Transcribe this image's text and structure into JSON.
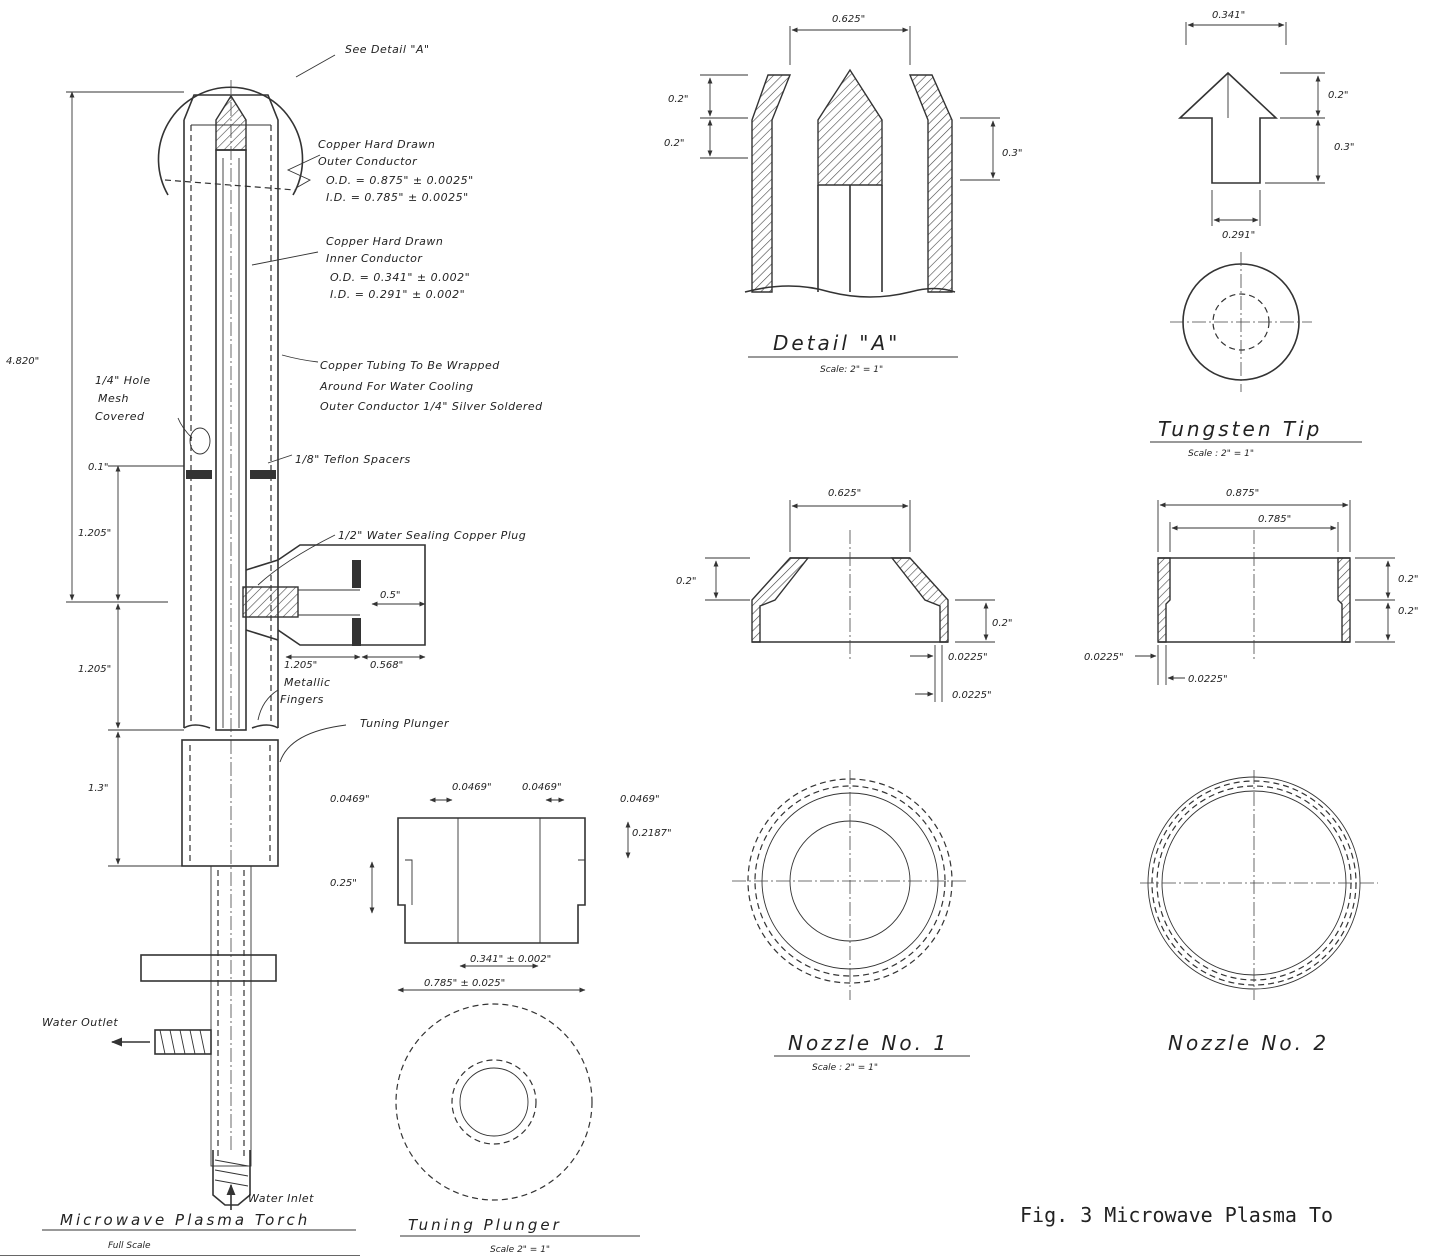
{
  "figure": {
    "caption": "Fig. 3 Microwave Plasma To"
  },
  "torch": {
    "title": "Microwave Plasma Torch",
    "scale": "Full Scale",
    "see_detail": "See Detail \"A\"",
    "outer_conductor": [
      "Copper Hard Drawn",
      "Outer Conductor",
      "O.D. = 0.875\" ± 0.0025\"",
      "I.D. = 0.785\" ± 0.0025\""
    ],
    "inner_conductor": [
      "Copper Hard Drawn",
      "Inner Conductor",
      "O.D. = 0.341\" ± 0.002\"",
      "I.D. = 0.291\" ± 0.002\""
    ],
    "tubing": [
      "Copper Tubing To Be Wrapped",
      "Around For Water Cooling",
      "Outer Conductor 1/4\" Silver Soldered"
    ],
    "hole": [
      "1/4\" Hole",
      "Mesh",
      "Covered"
    ],
    "spacers": "1/8\" Teflon Spacers",
    "plug": "1/2\" Water Sealing Copper Plug",
    "fingers": [
      "Metallic",
      "Fingers"
    ],
    "plunger_label": "Tuning Plunger",
    "water_outlet": "Water Outlet",
    "water_inlet": "Water Inlet",
    "dims": {
      "total": "4.820\"",
      "d01": "0.1\"",
      "d1205a": "1.205\"",
      "d1205b": "1.205\"",
      "d13": "1.3\"",
      "d05": "0.5\"",
      "d1205c": "1.205\"",
      "d0568": "0.568\""
    }
  },
  "detail_a": {
    "title": "Detail \"A\"",
    "scale": "Scale: 2\" = 1\"",
    "d0625": "0.625\"",
    "d02a": "0.2\"",
    "d02b": "0.2\"",
    "d03": "0.3\""
  },
  "tungsten_tip": {
    "title": "Tungsten Tip",
    "scale": "Scale : 2\" = 1\"",
    "d0341": "0.341\"",
    "d02": "0.2\"",
    "d03": "0.3\"",
    "d0291": "0.291\""
  },
  "nozzle1": {
    "title": "Nozzle No. 1",
    "scale": "Scale : 2\" = 1\"",
    "d0625": "0.625\"",
    "d02a": "0.2\"",
    "d02b": "0.2\"",
    "d0225a": "0.0225\"",
    "d0225b": "0.0225\""
  },
  "nozzle2": {
    "title": "Nozzle No. 2",
    "d0875": "0.875\"",
    "d0785": "0.785\"",
    "d02a": "0.2\"",
    "d02b": "0.2\"",
    "d0225a": "0.0225\"",
    "d0225b": "0.0225\""
  },
  "plunger": {
    "title": "Tuning Plunger",
    "scale": "Scale 2\" = 1\"",
    "d0469a": "0.0469\"",
    "d0469b": "0.0469\"",
    "d0469c": "0.0469\"",
    "d0469d": "0.0469\"",
    "d2187": "0.2187\"",
    "d025": "0.25\"",
    "d0341": "0.341\" ± 0.002\"",
    "d0785": "0.785\" ± 0.025\""
  }
}
